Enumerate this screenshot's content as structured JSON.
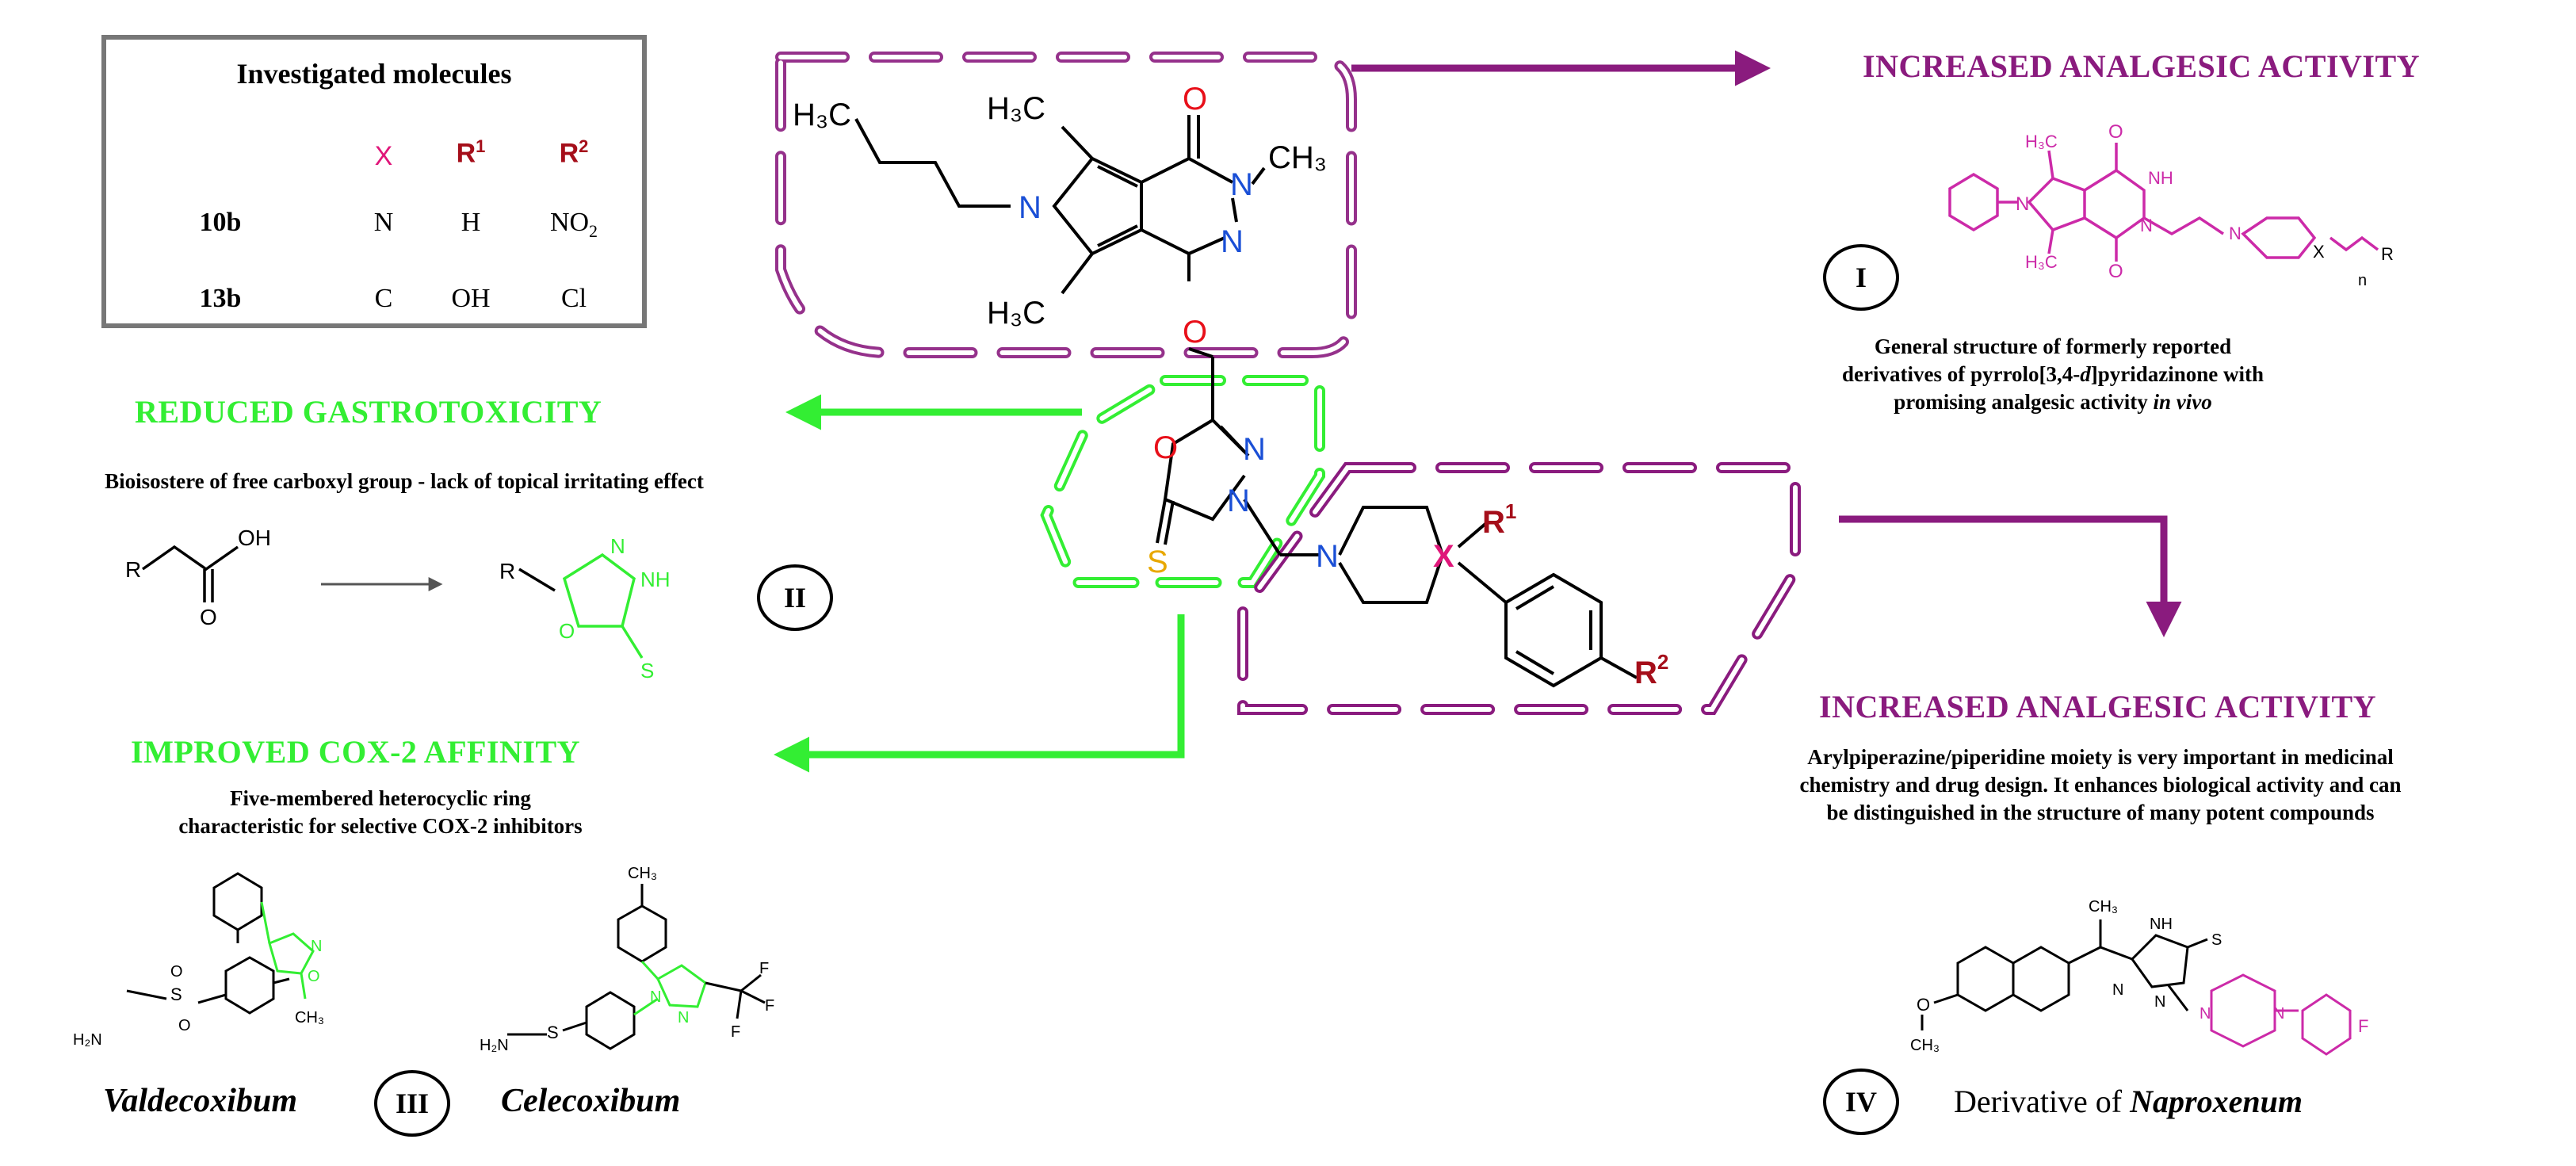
{
  "investigated": {
    "heading": "Investigated molecules",
    "col_x": "X",
    "col_r1": "R1",
    "col_r2": "R2",
    "rows": [
      {
        "id": "10b",
        "x": "N",
        "r1": "H",
        "r2": "NO2"
      },
      {
        "id": "13b",
        "x": "C",
        "r1": "OH",
        "r2": "Cl"
      }
    ]
  },
  "top_right": {
    "title": "INCREASED ANALGESIC ACTIVITY",
    "roman": "I",
    "description_line1": "General structure of formerly reported",
    "description_line2_a": "derivatives of pyrrolo[3,4-",
    "description_line2_d": "d",
    "description_line2_b": "]pyridazinone with",
    "description_line3_a": "promising analgesic activity ",
    "description_line3_b": "in vivo"
  },
  "gastro": {
    "title": "REDUCED GASTROTOXICITY",
    "subtitle": "Bioisostere of free carboxyl group - lack of topical irritating  effect",
    "roman": "II"
  },
  "cox": {
    "title": "IMPROVED COX-2 AFFINITY",
    "line1": "Five-membered heterocyclic ring",
    "line2": "characteristic for selective COX-2 inhibitors",
    "roman": "III",
    "drug1": "Valdecoxibum",
    "drug2": "Celecoxibum"
  },
  "bottom_right": {
    "title": "INCREASED ANALGESIC ACTIVITY",
    "line1": "Arylpiperazine/piperidine  moiety is very important  in medicinal",
    "line2": "chemistry and drug design. It enhances biological activity and can",
    "line3": "be distinguished  in the structure of many potent compounds",
    "roman": "IV",
    "caption_a": "Derivative of ",
    "caption_b": "Naproxenum"
  },
  "atoms": {
    "butyl": "H3C",
    "methyl_top": "H3C",
    "methyl_bottom": "H3C",
    "n_methyl": "CH3",
    "carbonyl_o": "O",
    "ring_o": "O",
    "pyrrole_n": "N",
    "pyridazine_n1": "N",
    "pyridazine_n2": "N",
    "oxadiazole_o": "O",
    "oxadiazole_n3": "N",
    "oxadiazole_n4": "N",
    "thione_s": "S",
    "piperazine_n": "N",
    "x_atom": "X",
    "r1": "R1",
    "r2": "R2"
  },
  "colors": {
    "purple": "#8a1b7e",
    "green": "#33ee33",
    "magenta": "#cc2aa8",
    "blue": "#1a4fd6",
    "red": "#e8101a",
    "orange": "#e8a800",
    "pink_x": "#e0167a",
    "dark_red": "#a50e1a"
  }
}
